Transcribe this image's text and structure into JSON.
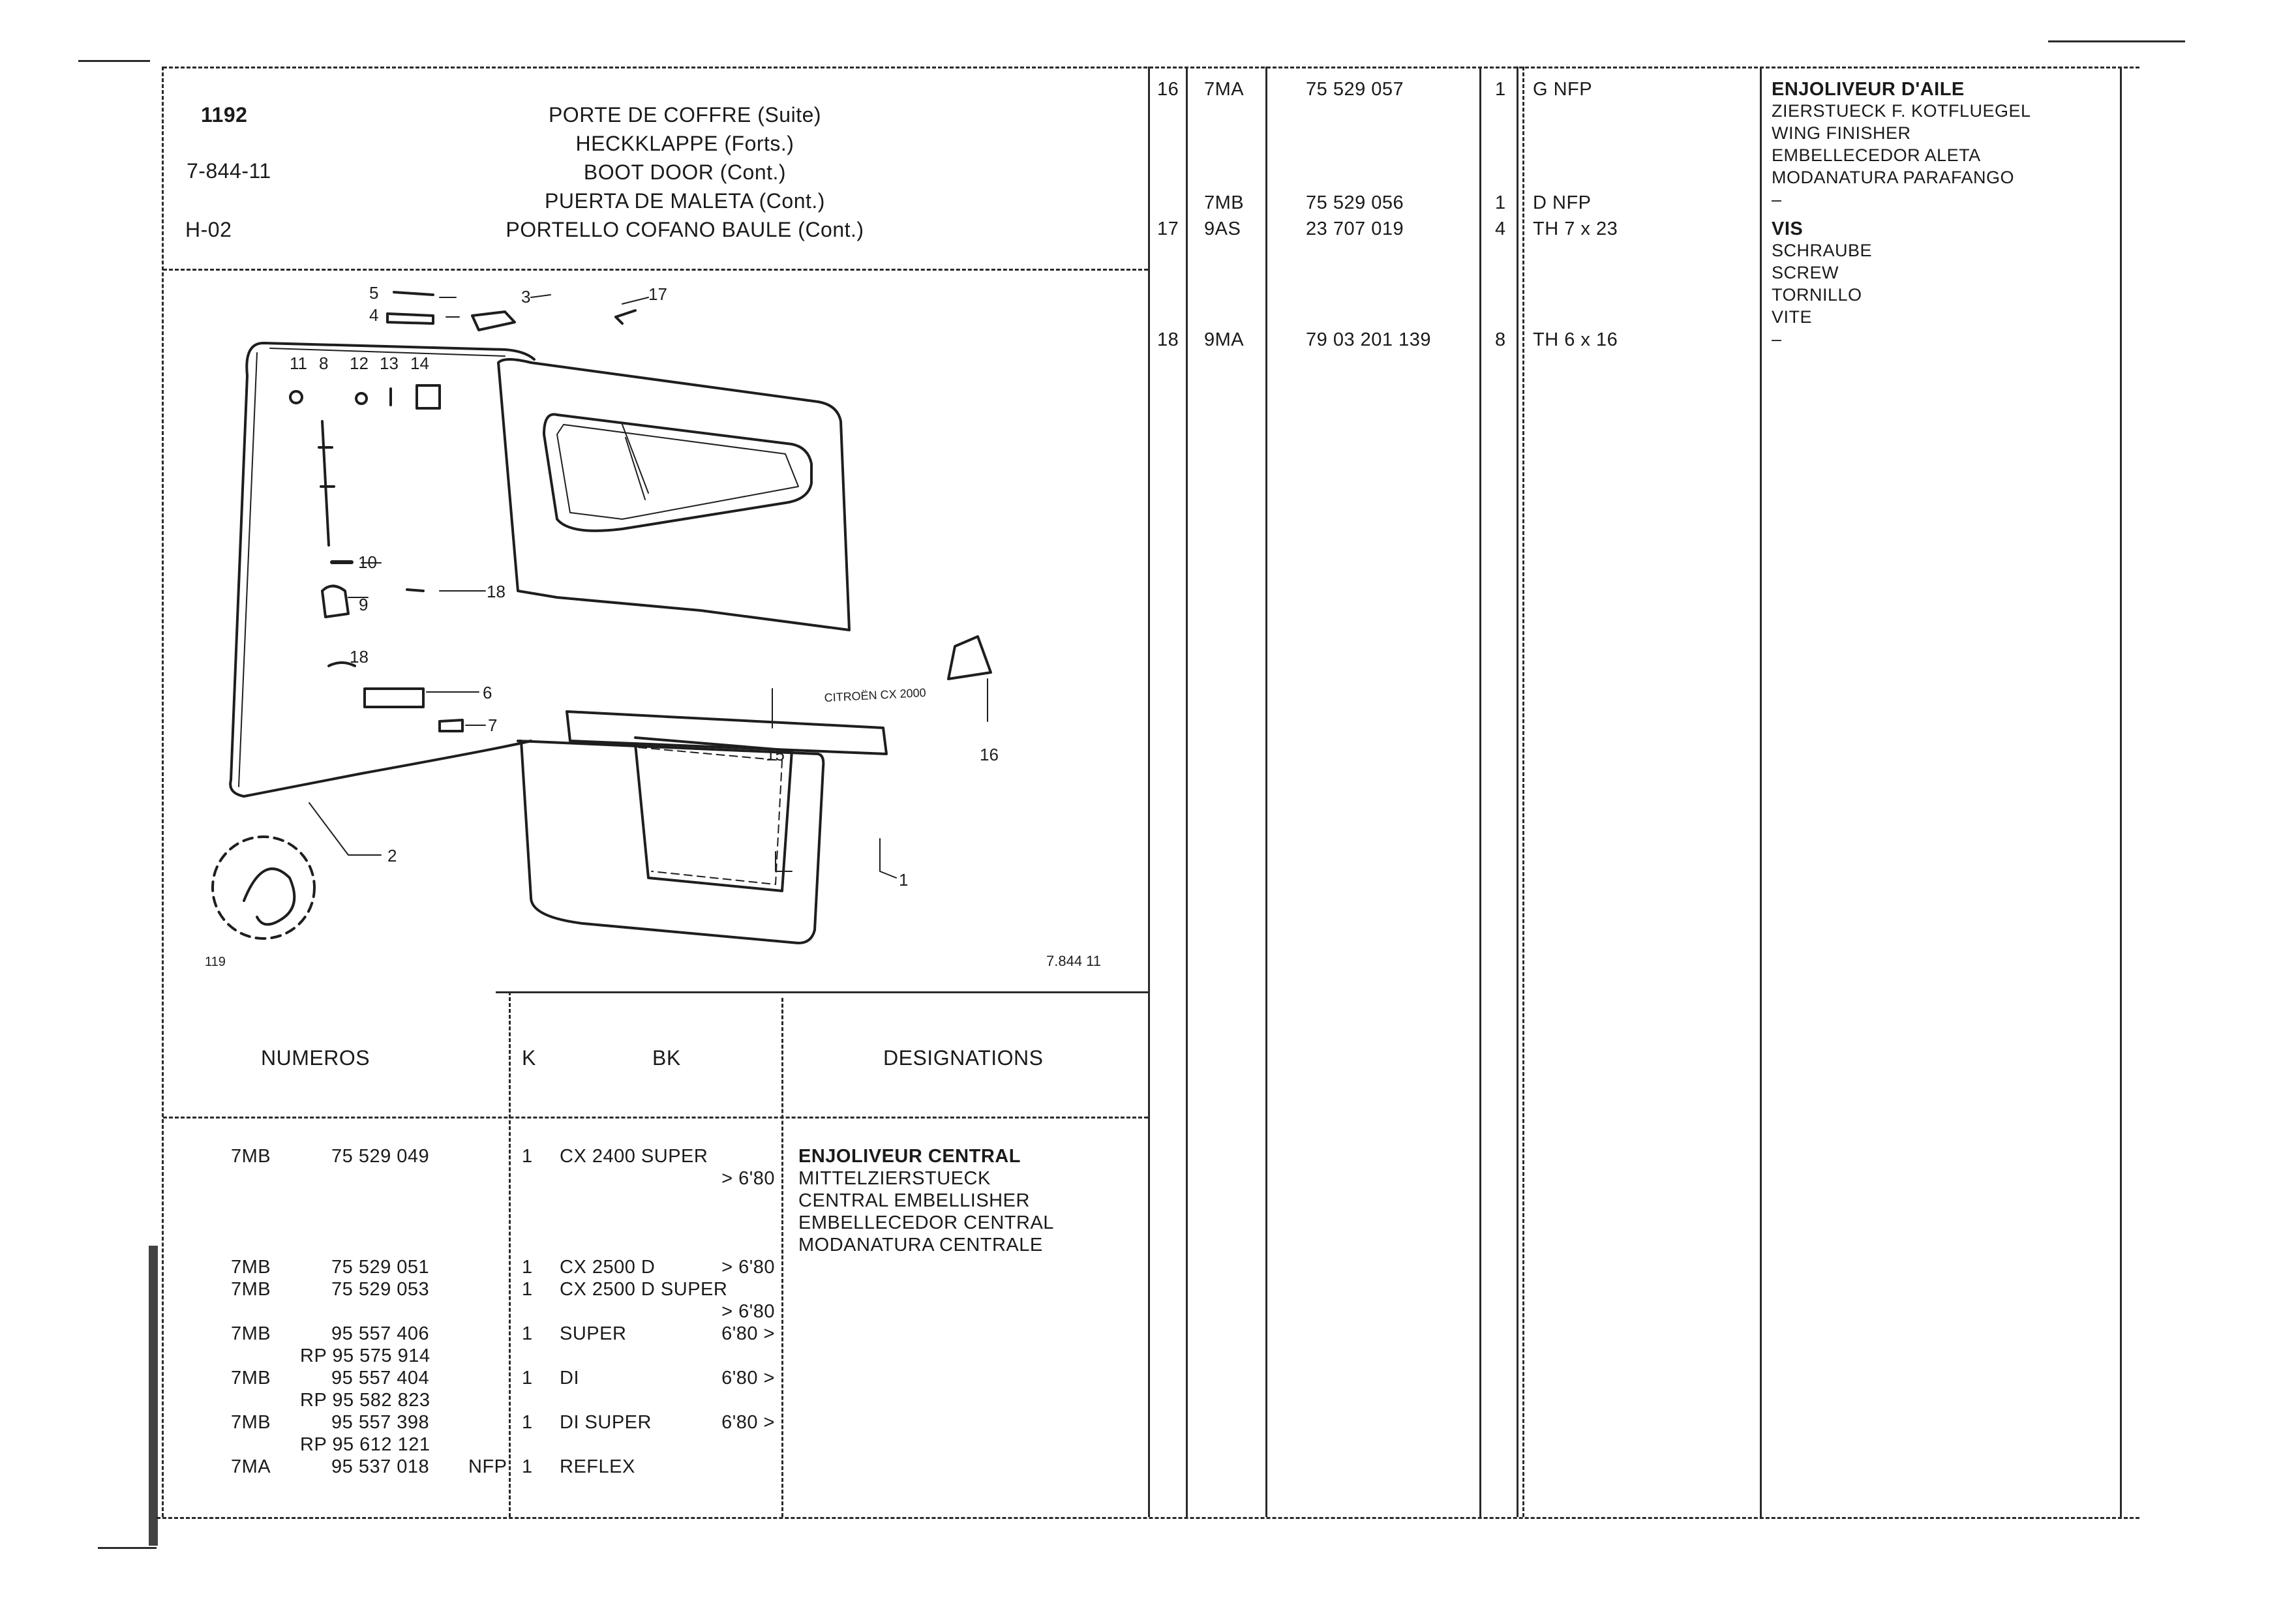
{
  "header": {
    "page_number": "1192",
    "ref_code": "7-844-11",
    "ref_sub": "H-02",
    "titles": [
      "PORTE DE COFFRE (Suite)",
      "HECKKLAPPE (Forts.)",
      "BOOT DOOR (Cont.)",
      "PUERTA DE MALETA (Cont.)",
      "PORTELLO COFANO BAULE (Cont.)"
    ]
  },
  "diagram": {
    "caption": "7.844 11",
    "corner_ref": "119",
    "badge_text": "CITROËN CX 2000",
    "callouts": [
      "1",
      "2",
      "3",
      "4",
      "5",
      "6",
      "7",
      "8",
      "9",
      "10",
      "11",
      "12",
      "13",
      "14",
      "15",
      "16",
      "17",
      "18",
      "18"
    ]
  },
  "lower_table": {
    "headers": {
      "numeros": "NUMEROS",
      "k": "K",
      "bk": "BK",
      "designations": "DESIGNATIONS"
    },
    "rows": [
      {
        "code": "7MB",
        "number": "75 529 049",
        "rp": "",
        "nfp": "",
        "k": "1",
        "bk": "CX 2400  SUPER",
        "bk_sub": "> 6'80",
        "bk_date": ""
      },
      {
        "code": "7MB",
        "number": "75 529 051",
        "rp": "",
        "nfp": "",
        "k": "1",
        "bk": "CX 2500 D",
        "bk_sub": "",
        "bk_date": "> 6'80"
      },
      {
        "code": "7MB",
        "number": "75 529 053",
        "rp": "",
        "nfp": "",
        "k": "1",
        "bk": "CX 2500 D  SUPER",
        "bk_sub": "> 6'80",
        "bk_date": ""
      },
      {
        "code": "7MB",
        "number": "95 557 406",
        "rp": "RP 95 575 914",
        "nfp": "",
        "k": "1",
        "bk": "SUPER",
        "bk_sub": "",
        "bk_date": "6'80 >"
      },
      {
        "code": "7MB",
        "number": "95 557 404",
        "rp": "RP 95 582 823",
        "nfp": "",
        "k": "1",
        "bk": "DI",
        "bk_sub": "",
        "bk_date": "6'80 >"
      },
      {
        "code": "7MB",
        "number": "95 557 398",
        "rp": "RP 95 612 121",
        "nfp": "",
        "k": "1",
        "bk": "DI  SUPER",
        "bk_sub": "",
        "bk_date": "6'80 >"
      },
      {
        "code": "7MA",
        "number": "95 537 018",
        "rp": "",
        "nfp": "NFP",
        "k": "1",
        "bk": "REFLEX",
        "bk_sub": "",
        "bk_date": ""
      }
    ],
    "designation_lines": [
      "ENJOLIVEUR CENTRAL",
      "MITTELZIERSTUECK",
      "CENTRAL EMBELLISHER",
      "EMBELLECEDOR CENTRAL",
      "MODANATURA CENTRALE"
    ]
  },
  "right_table": {
    "rows": [
      {
        "item": "16",
        "code": "7MA",
        "number": "75 529 057",
        "qty": "1",
        "spec": "G  NFP"
      },
      {
        "item": "",
        "code": "7MB",
        "number": "75 529 056",
        "qty": "1",
        "spec": "D  NFP"
      },
      {
        "item": "17",
        "code": "9AS",
        "number": "23 707 019",
        "qty": "4",
        "spec": "TH 7 x 23"
      },
      {
        "item": "18",
        "code": "9MA",
        "number": "79 03 201 139",
        "qty": "8",
        "spec": "TH 6 x 16"
      }
    ],
    "designations": {
      "d16": [
        "ENJOLIVEUR D'AILE",
        "ZIERSTUECK F. KOTFLUEGEL",
        "WING FINISHER",
        "EMBELLECEDOR ALETA",
        "MODANATURA PARAFANGO",
        "–"
      ],
      "d17": [
        "VIS",
        "SCHRAUBE",
        "SCREW",
        "TORNILLO",
        "VITE"
      ],
      "d18": [
        "–"
      ]
    }
  }
}
